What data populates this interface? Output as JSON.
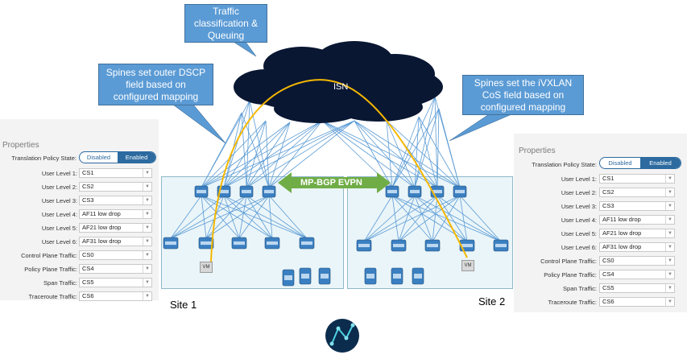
{
  "callouts": {
    "traffic": "Traffic classification & Queuing",
    "dscp": "Spines set outer DSCP field based on configured mapping",
    "ivxlan": "Spines set the iVXLAN CoS field based on configured mapping"
  },
  "isn_label": "ISN",
  "evpn_label": "MP-BGP EVPN",
  "sites": {
    "site1": "Site 1",
    "site2": "Site 2"
  },
  "vm_label": "VM",
  "panels": {
    "left": {
      "title": "Properties",
      "policy_label": "Translation Policy State:",
      "toggle": {
        "disabled": "Disabled",
        "enabled": "Enabled"
      },
      "rows": [
        {
          "label": "User Level 1:",
          "value": "CS1"
        },
        {
          "label": "User Level 2:",
          "value": "CS2"
        },
        {
          "label": "User Level 3:",
          "value": "CS3"
        },
        {
          "label": "User Level 4:",
          "value": "AF11 low drop"
        },
        {
          "label": "User Level 5:",
          "value": "AF21 low drop"
        },
        {
          "label": "User Level 6:",
          "value": "AF31 low drop"
        },
        {
          "label": "Control Plane Traffic:",
          "value": "CS0"
        },
        {
          "label": "Policy Plane Traffic:",
          "value": "CS4"
        },
        {
          "label": "Span Traffic:",
          "value": "CS5"
        },
        {
          "label": "Traceroute Traffic:",
          "value": "CS6"
        }
      ]
    },
    "right": {
      "title": "Properties",
      "policy_label": "Translation Policy State:",
      "toggle": {
        "disabled": "Disabled",
        "enabled": "Enabled"
      },
      "rows": [
        {
          "label": "User Level 1:",
          "value": "CS1"
        },
        {
          "label": "User Level 2:",
          "value": "CS2"
        },
        {
          "label": "User Level 3:",
          "value": "CS3"
        },
        {
          "label": "User Level 4:",
          "value": "AF11 low drop"
        },
        {
          "label": "User Level 5:",
          "value": "AF21 low drop"
        },
        {
          "label": "User Level 6:",
          "value": "AF31 low drop"
        },
        {
          "label": "Control Plane Traffic:",
          "value": "CS0"
        },
        {
          "label": "Policy Plane Traffic:",
          "value": "CS4"
        },
        {
          "label": "Span Traffic:",
          "value": "CS5"
        },
        {
          "label": "Traceroute Traffic:",
          "value": "CS6"
        }
      ]
    }
  },
  "colors": {
    "callout": "#5b9bd5",
    "cloud": "#0a1733",
    "arrow": "#70ad47",
    "path": "#f5b800",
    "toggle": "#2c6aa0",
    "switch": "#3a7fc1"
  }
}
